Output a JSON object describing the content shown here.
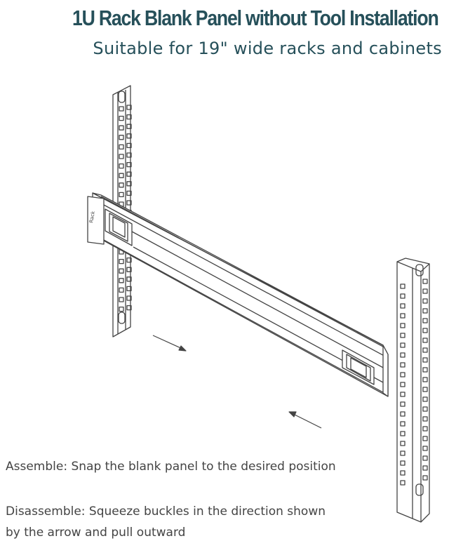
{
  "header": {
    "title": "1U Rack Blank Panel without Tool Installation",
    "subtitle": "Suitable for 19\" wide racks and cabinets"
  },
  "diagram": {
    "left_rail_icon": "rack-rail-icon",
    "right_rail_icon": "rack-rail-icon",
    "panel_icon": "blank-panel-icon",
    "buckle_icon": "buckle-clip-icon",
    "arrow_icon": "direction-arrow-icon",
    "line_color": "#444444"
  },
  "instructions": {
    "assemble": "Assemble: Snap the blank panel to the desired position",
    "disassemble_line1": "Disassemble: Squeeze buckles in the direction shown",
    "disassemble_line2": "by the arrow and pull outward"
  }
}
